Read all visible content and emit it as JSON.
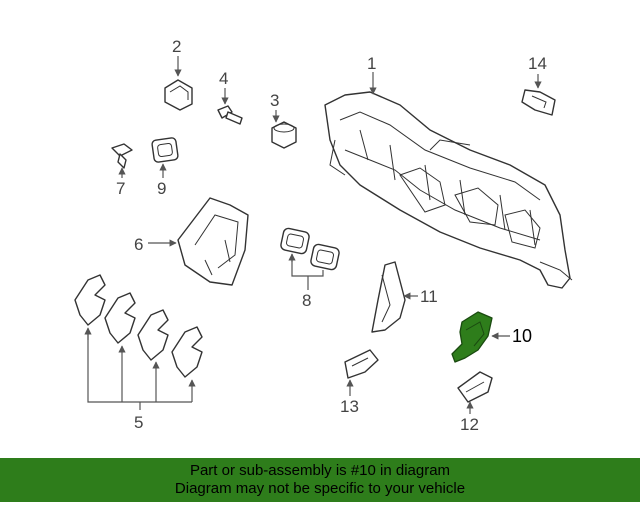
{
  "callouts": {
    "c1": "1",
    "c2": "2",
    "c3": "3",
    "c4": "4",
    "c5": "5",
    "c6": "6",
    "c7": "7",
    "c8": "8",
    "c9": "9",
    "c10": "10",
    "c11": "11",
    "c12": "12",
    "c13": "13",
    "c14": "14"
  },
  "highlighted_part": "10",
  "colors": {
    "highlight": "#2e7d1b",
    "banner": "#2e7d1b"
  },
  "banner": {
    "line1": "Part or sub-assembly is #10 in diagram",
    "line2": "Diagram may not be specific to your vehicle"
  }
}
